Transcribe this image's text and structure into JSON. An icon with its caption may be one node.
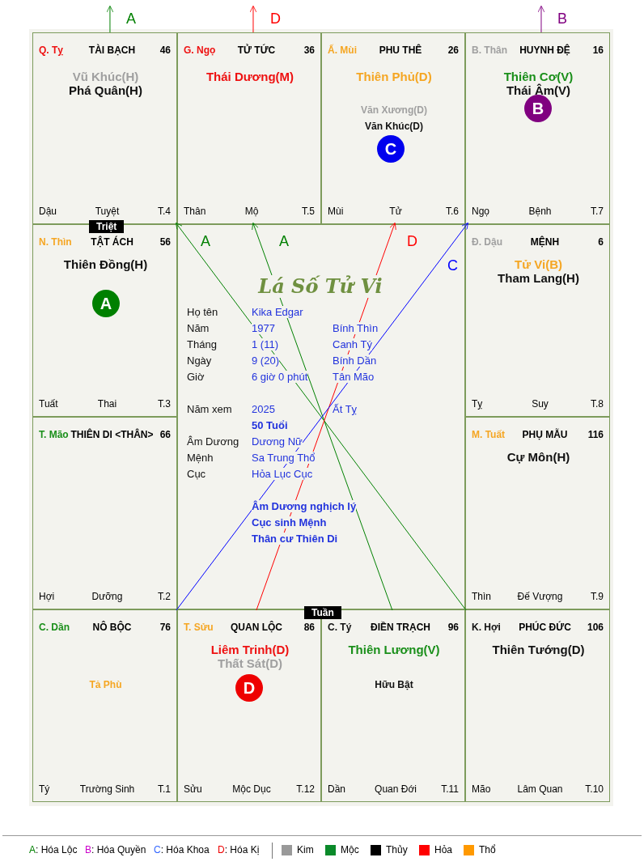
{
  "diagram": {
    "nodes": [
      {
        "text": [
          "Q. Tỵ",
          "TÀI BẠCH",
          "46",
          "Vũ Khúc(H)",
          "Phá Quân(H)",
          "Dậu",
          "Tuyệt",
          "T.4"
        ]
      },
      {
        "text": [
          "G. Ngọ",
          "TỬ TỨC",
          "36",
          "Thái Dương(M)",
          "Thân",
          "Mộ",
          "T.5"
        ]
      },
      {
        "text": [
          "Ấ. Mùi",
          "PHU THÊ",
          "26",
          "Thiên Phủ(D)",
          "Văn Xương(D)",
          "Văn Khúc(D)",
          "Mùi",
          "Tử",
          "T.6"
        ]
      },
      {
        "text": [
          "B. Thân",
          "HUYNH ĐỆ",
          "16",
          "Thiên Cơ(V)",
          "Thái Âm(V)",
          "Ngọ",
          "Bệnh",
          "T.7"
        ]
      },
      {
        "text": [
          "N. Thìn",
          "TẬT ÁCH",
          "56",
          "Thiên Đồng(H)",
          "Tuất",
          "Thai",
          "T.3"
        ]
      },
      {
        "text": [
          "Đ. Dậu",
          "MỆNH",
          "6",
          "Tử Vi(B)",
          "Tham Lang(H)",
          "Tỵ",
          "Suy",
          "T.8"
        ]
      },
      {
        "text": [
          "T. Mão",
          "THIÊN DI <THÂN>",
          "66",
          "Hợi",
          "Dưỡng",
          "T.2"
        ]
      },
      {
        "text": [
          "M. Tuất",
          "PHỤ MẪU",
          "116",
          "Cự Môn(H)",
          "Thìn",
          "Đế Vượng",
          "T.9"
        ]
      },
      {
        "text": [
          "C. Dần",
          "NÔ BỘC",
          "76",
          "Tả Phù",
          "Tý",
          "Trường Sinh",
          "T.1"
        ]
      },
      {
        "text": [
          "T. Sửu",
          "QUAN LỘC",
          "86",
          "Liêm Trinh(D)",
          "Thất Sát(D)",
          "Sửu",
          "Mộc Dục",
          "T.12"
        ]
      },
      {
        "text": [
          "C. Tý",
          "ĐIỀN TRẠCH",
          "96",
          "Thiên Lương(V)",
          "Hữu Bật",
          "Dần",
          "Quan Đới",
          "T.11"
        ]
      },
      {
        "text": [
          "K. Hợi",
          "PHÚC ĐỨC",
          "106",
          "Thiên Tướng(D)",
          "Mão",
          "Lâm Quan",
          "T.10"
        ]
      },
      {
        "text": [
          "C"
        ],
        "in": 2
      },
      {
        "text": [
          "B"
        ],
        "in": 3
      },
      {
        "text": [
          "A"
        ],
        "in": 4
      },
      {
        "text": [
          "D"
        ],
        "in": 9
      }
    ],
    "edges": [
      {
        "from": 0,
        "to": null,
        "arrow": "to",
        "label": "A",
        "color": "#008000"
      },
      {
        "from": 1,
        "to": null,
        "arrow": "to",
        "label": "D",
        "color": "#ff0000"
      },
      {
        "from": 3,
        "to": null,
        "arrow": "to",
        "label": "B",
        "color": "#800080"
      },
      {
        "from": 11,
        "to": 0,
        "arrow": "to",
        "label": "A",
        "color": "#008000"
      },
      {
        "from": 10,
        "to": 1,
        "arrow": "to",
        "label": "A",
        "color": "#008000"
      },
      {
        "from": 9,
        "to": 2,
        "arrow": "to",
        "label": "D",
        "color": "#ff0000"
      },
      {
        "from": 8,
        "to": 3,
        "arrow": "to",
        "label": "C",
        "color": "#0000ff"
      }
    ],
    "labels": [
      "Triệt",
      "Lá Số Tử Vi",
      "Họ tên",
      "Kika Edgar",
      "Năm",
      "1977",
      "Bính Thìn",
      "Tháng",
      "1 (11)",
      "Canh Tý",
      "Ngày",
      "9 (20)",
      "Bính Dần",
      "Giờ",
      "6 giờ 0 phút",
      "Tân Mão",
      "Năm xem",
      "2025",
      "Ất Tỵ",
      "50 Tuổi",
      "Âm Dương",
      "Dương Nữ",
      "Mệnh",
      "Sa Trung Thổ",
      "Cục",
      "Hỏa Lục Cục",
      "Âm Dương nghịch lý",
      "Cục sinh Mệnh",
      "Thân cư Thiên Di",
      "Tuần"
    ],
    "legend": [
      {
        "text": "A: Hóa Lộc"
      },
      {
        "text": "B: Hóa Quyền"
      },
      {
        "text": "C: Hóa Khoa"
      },
      {
        "text": "D: Hóa Kị"
      },
      {
        "text": "Kim",
        "color": "#999999"
      },
      {
        "text": "Mộc",
        "color": "#0a8a2a"
      },
      {
        "text": "Thủy",
        "color": "#000000"
      },
      {
        "text": "Hỏa",
        "color": "#ff0000"
      },
      {
        "text": "Thổ",
        "color": "#ff9900"
      }
    ]
  }
}
